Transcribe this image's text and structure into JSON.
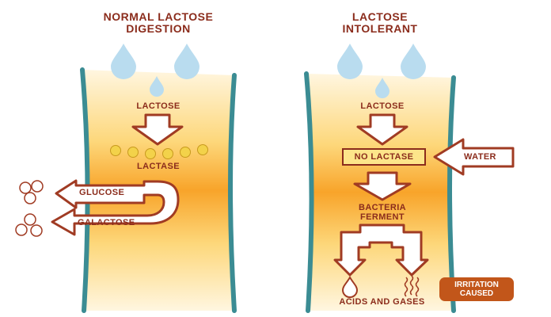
{
  "left": {
    "title": "NORMAL LACTOSE\nDIGESTION",
    "lactose": "LACTOSE",
    "lactase": "LACTASE",
    "glucose": "GLUCOSE",
    "galactose": "GALACTOSE"
  },
  "right": {
    "title": "LACTOSE\nINTOLERANT",
    "lactose": "LACTOSE",
    "no_lactase": "NO LACTASE",
    "water": "WATER",
    "bacteria": "BACTERIA\nFERMENT",
    "acids": "ACIDS AND GASES",
    "irritation": "IRRITATION\nCAUSED"
  },
  "colors": {
    "wall": "#3b8c93",
    "text": "#8b2c1c",
    "drop": "#b9dcef",
    "enzyme": "#f3d24a",
    "badge": "#c2561a"
  }
}
